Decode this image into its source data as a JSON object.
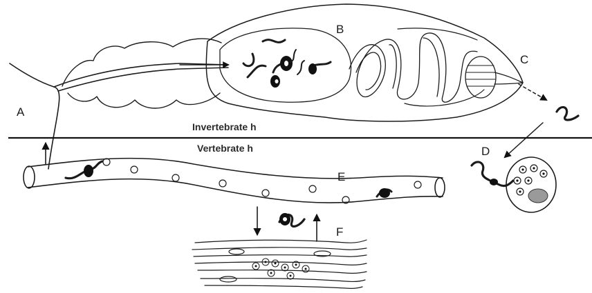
{
  "labels": {
    "a": "A",
    "b": "B",
    "c": "C",
    "d": "D",
    "e": "E",
    "f": "F"
  },
  "hosts": {
    "invertebrate": "Invertebrate h",
    "vertebrate": "Vertebrate h"
  }
}
